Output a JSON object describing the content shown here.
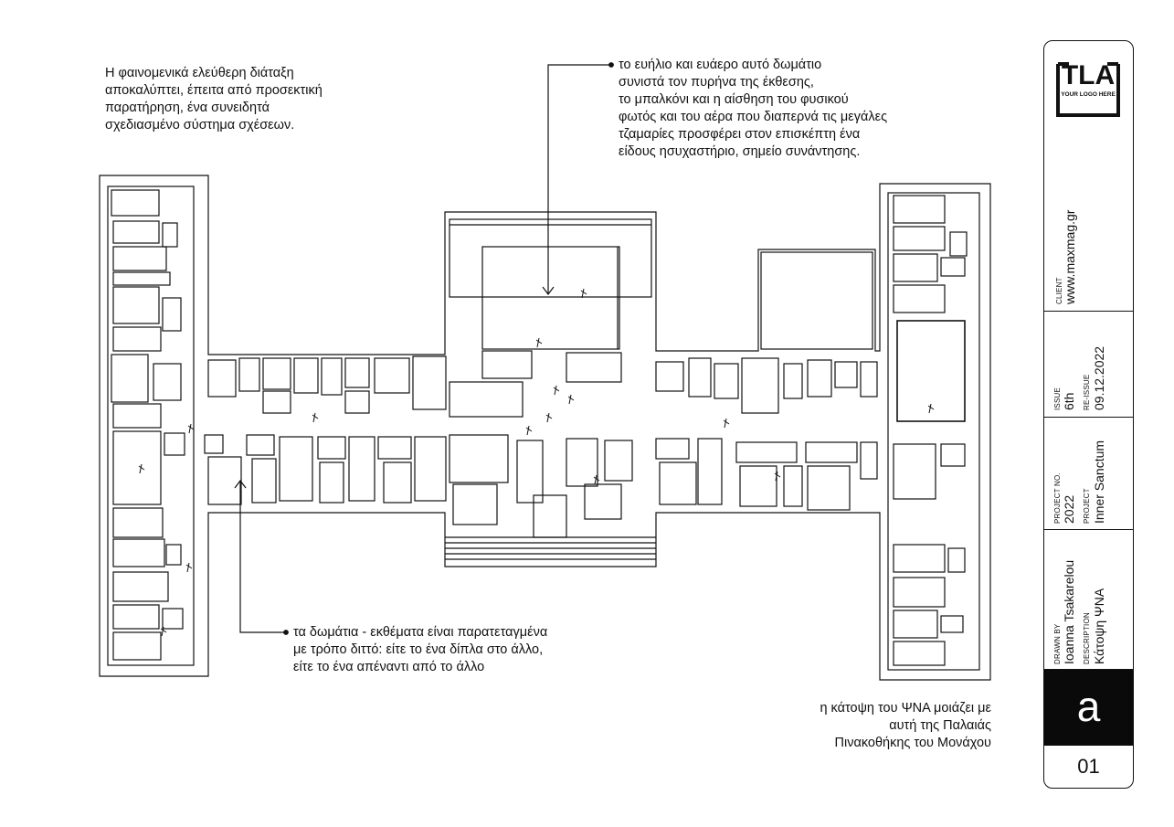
{
  "notes": {
    "top_left": [
      "Η φαινομενικά ελεύθερη διάταξη",
      "αποκαλύπτει, έπειτα από προσεκτική",
      "παρατήρηση, ένα συνειδητά",
      "σχεδιασμένο σύστημα σχέσεων."
    ],
    "top_center": [
      "το ευήλιο και ευάερο αυτό δωμάτιο",
      "συνιστά τον πυρήνα της έκθεσης,",
      "το μπαλκόνι και η αίσθηση του φυσικού",
      "φωτός και του αέρα που διαπερνά τις μεγάλες",
      "τζαμαρίες προσφέρει στον επισκέπτη ένα",
      "είδους ησυχαστήριο, σημείο συνάντησης."
    ],
    "bottom": [
      "τα δωμάτια - εκθέματα είναι παρατεταγμένα",
      "με τρόπο διττό: είτε το ένα δίπλα στο άλλο,",
      "είτε το ένα απέναντι από το άλλο"
    ],
    "bottom_right": [
      "η κάτοψη του ΨΝΑ μοιάζει με",
      "αυτή της Παλαιάς",
      "Πινακοθήκης του Μονάχου"
    ]
  },
  "title_block": {
    "logo_text": "TLA",
    "logo_sub": "YOUR LOGO HERE",
    "client_label": "CLIENT",
    "client_value": "www.maxmag.gr",
    "issue_label": "ISSUE",
    "issue_value": "6th",
    "reissue_label": "RE-ISSUE",
    "reissue_value": "09.12.2022",
    "project_no_label": "PROJECT NO.",
    "project_no_value": "2022",
    "project_label": "PROJECT",
    "project_value": "Inner Sanctum",
    "drawn_by_label": "DRAWN BY",
    "drawn_by_value": "Ioanna Tsakarelou",
    "description_label": "DESCRIPTION",
    "description_value": "Κάτοψη ΨΝΑ",
    "sheet_letter": "a",
    "sheet_number": "01"
  },
  "colors": {
    "line": "#111111",
    "background": "#ffffff",
    "title_dark": "#0a0a0a"
  }
}
